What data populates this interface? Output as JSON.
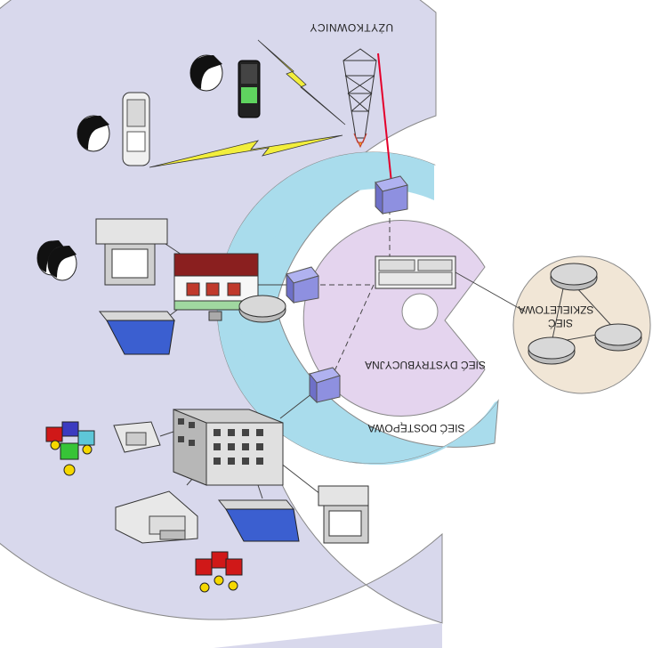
{
  "labels": {
    "users": "UŻYTKOWNICY",
    "distribution": "SIEĆ DYSTRYBUCYJNA",
    "access": "SIEĆ DOSTĘPOWA",
    "backbone_line1": "SZKIELETOWA",
    "backbone_line2": "SIEĆ"
  },
  "colors": {
    "users_ring": "#d8d8ec",
    "access_ring": "#a9dcec",
    "distribution_ring": "#e4d4ee",
    "backbone_fill": "#f1e6d6",
    "node_cube": "#8e90e0",
    "lightning": "#f2ee3c",
    "red_link": "#e4002b"
  },
  "icons": [
    "person-icon",
    "phone-handset-icon",
    "mobile-phone-icon",
    "antenna-tower-icon",
    "desktop-computer-icon",
    "house-icon",
    "laptop-icon",
    "office-building-icon",
    "fax-machine-icon",
    "printer-icon",
    "router-icon",
    "server-rack-icon",
    "cube-node-icon",
    "people-group-icon"
  ]
}
